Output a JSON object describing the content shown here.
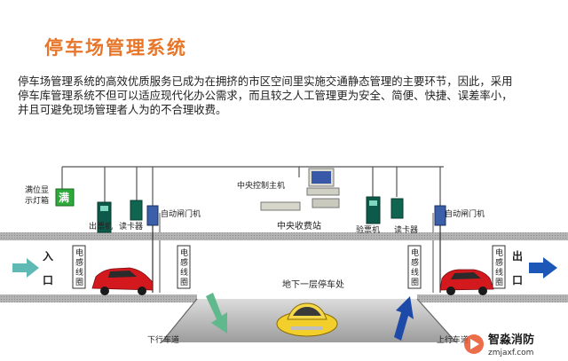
{
  "title": "停车场管理系统",
  "intro": [
    "停车场管理系统的高效优质服务已成为在拥挤的市区空间里实施交通静态管理的主要环节，因此，采用",
    "停车库管理系统不但可以适应现代化办公需求，而且较之人工管理更为安全、简便、快捷、误差率小，",
    "并且可避免现场管理者人为的不合理收费。"
  ],
  "diagram": {
    "full_sign_label": [
      "满位显",
      "示灯箱"
    ],
    "full_sign_char": "满",
    "ticket_machine": "出票机",
    "card_reader_left": "读卡器",
    "gate_left": "自动闸门机",
    "central_host": "中央控制主机",
    "central_station": "中央收费站",
    "ticket_checker": "验票机",
    "card_reader_right": "读卡器",
    "gate_right": "自动闸门机",
    "entrance": [
      "入",
      "口"
    ],
    "exit": [
      "出",
      "口"
    ],
    "loop_label": [
      "电",
      "感",
      "线",
      "圈"
    ],
    "underground": "地下一层停车处",
    "down_ramp": "下行车道",
    "up_ramp": "上行车道"
  },
  "watermark": {
    "brand": "智淼消防",
    "url": "zmjaxf.com"
  },
  "colors": {
    "title": "#e8762a",
    "road": "#b9b9b9",
    "car_red": "#d3191e",
    "car_yellow": "#f2cf2a",
    "arrow_left": "#5fb9b4",
    "arrow_right": "#1c57b8",
    "ramp_arrow_green": "#5fb98d",
    "ramp_arrow_blue": "#1d49a8"
  }
}
